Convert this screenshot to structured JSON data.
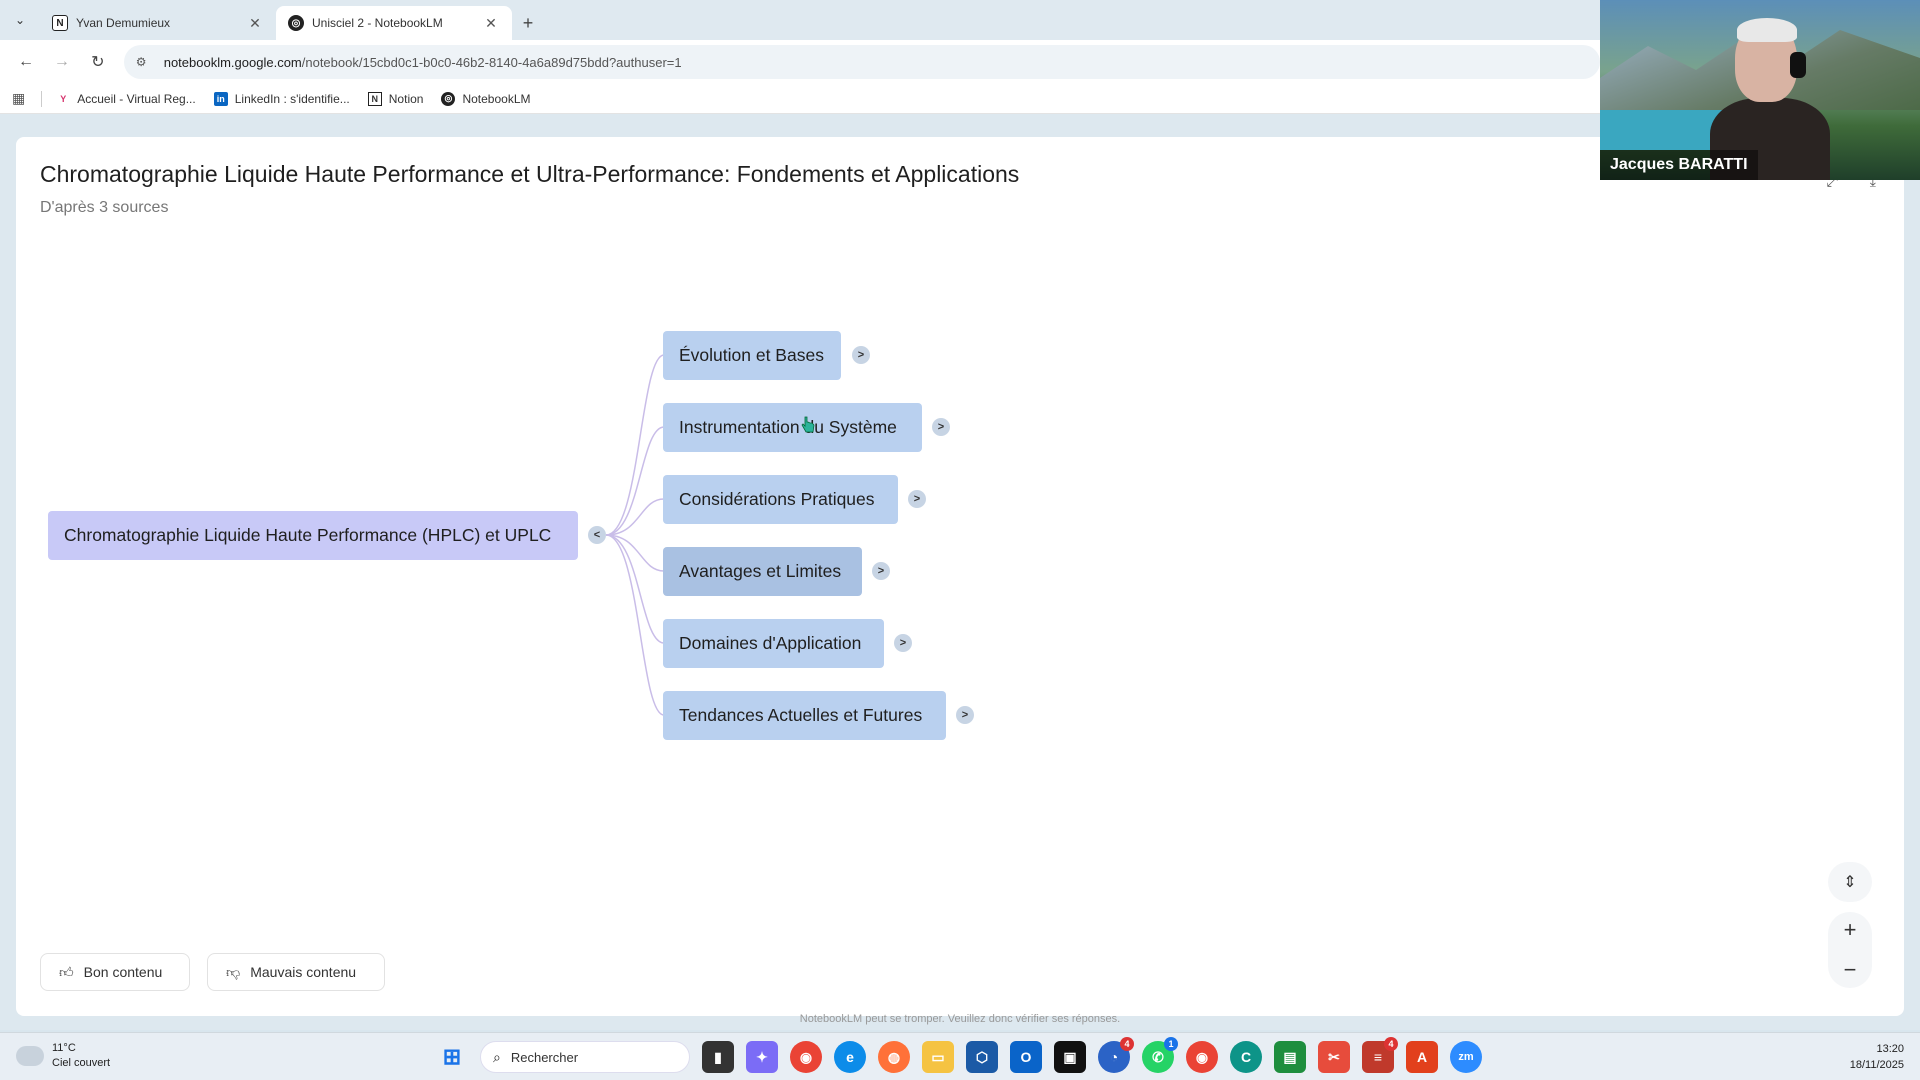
{
  "browser": {
    "tabs": [
      {
        "title": "Yvan Demumieux",
        "icon": "notion-icon",
        "active": false
      },
      {
        "title": "Unisciel 2 - NotebookLM",
        "icon": "notebooklm-icon",
        "active": true
      }
    ],
    "url_host": "notebooklm.google.com",
    "url_path": "/notebook/15cbd0c1-b0c0-46b2-8140-4a6a89d75bdd?authuser=1",
    "bookmarks": [
      {
        "label": "Accueil - Virtual Reg...",
        "icon": "yummy-icon"
      },
      {
        "label": "LinkedIn : s'identifie...",
        "icon": "linkedin-icon"
      },
      {
        "label": "Notion",
        "icon": "notion-icon"
      },
      {
        "label": "NotebookLM",
        "icon": "notebooklm-icon"
      }
    ]
  },
  "modal": {
    "title": "Chromatographie Liquide Haute Performance et Ultra-Performance: Fondements et Applications",
    "subtitle": "D'après 3 sources"
  },
  "mindmap": {
    "root": {
      "label": "Chromatographie Liquide Haute Performance (HPLC) et UPLC",
      "toggle": "<"
    },
    "children": [
      {
        "label": "Évolution et Bases",
        "toggle": ">"
      },
      {
        "label": "Instrumentation du Système",
        "toggle": ">"
      },
      {
        "label": "Considérations Pratiques",
        "toggle": ">"
      },
      {
        "label": "Avantages et Limites",
        "toggle": ">"
      },
      {
        "label": "Domaines d'Application",
        "toggle": ">"
      },
      {
        "label": "Tendances Actuelles et Futures",
        "toggle": ">"
      }
    ]
  },
  "feedback": {
    "good_label": "Bon contenu",
    "bad_label": "Mauvais contenu"
  },
  "disclaimer": "NotebookLM peut se tromper. Veuillez donc vérifier ses réponses.",
  "video": {
    "participant_name": "Jacques BARATTI"
  },
  "taskbar": {
    "temperature": "11°C",
    "weather": "Ciel couvert",
    "search_placeholder": "Rechercher",
    "time": "13:20",
    "date": "18/11/2025"
  }
}
